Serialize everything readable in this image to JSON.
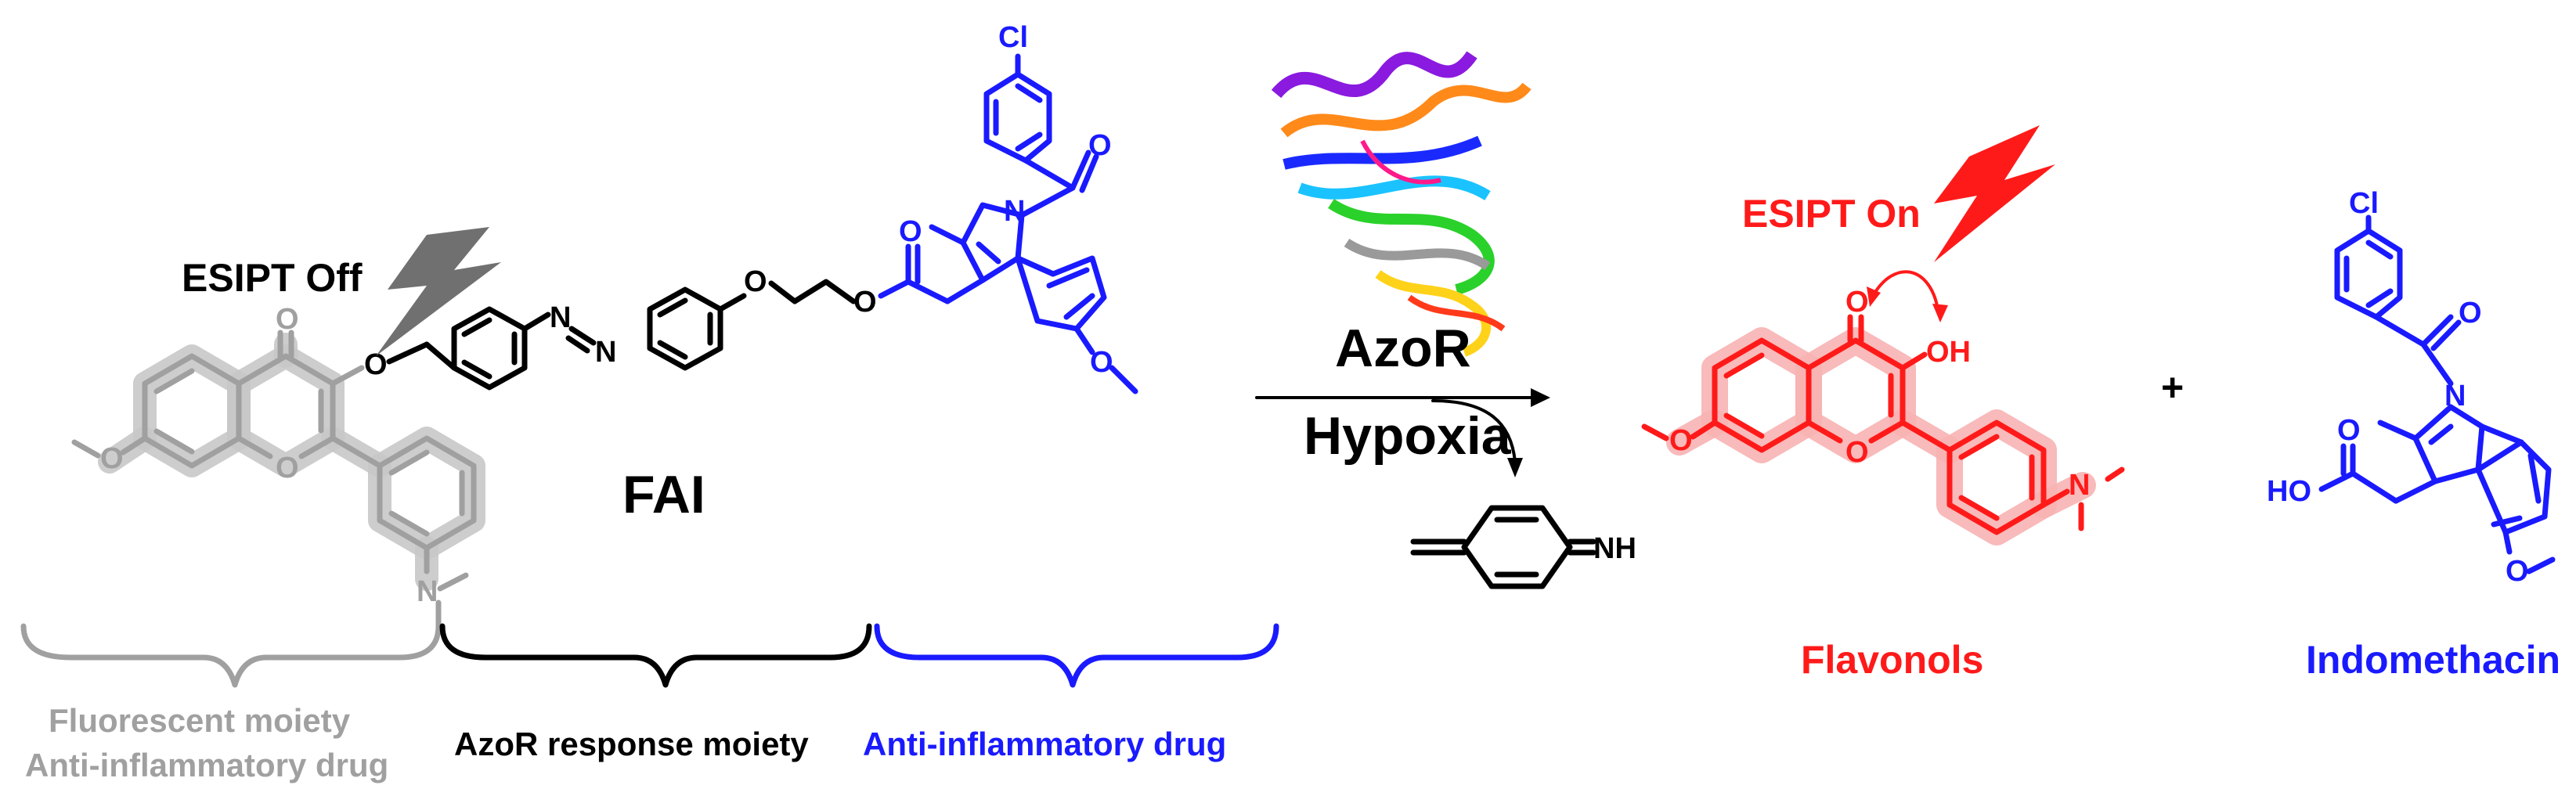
{
  "colors": {
    "gray": "#a0a0a0",
    "gray_highlight": "#c8c8c8",
    "black": "#000000",
    "blue": "#1a1aff",
    "red": "#ff1a1a",
    "red_highlight": "#f7b3b3",
    "lightning_gray": "#707070",
    "lightning_red": "#ff1a1a"
  },
  "labels": {
    "esipt_off": "ESIPT Off",
    "esipt_on": "ESIPT On",
    "compound_name": "FAI",
    "enzyme": "AzoR",
    "condition": "Hypoxia",
    "product_flavonol": "Flavonols",
    "product_indomethacin": "Indomethacin",
    "plus": "+",
    "moiety_fluorescent_line1": "Fluorescent moiety",
    "moiety_fluorescent_line2": "Anti-inflammatory drug",
    "moiety_azor": "AzoR response moiety",
    "moiety_drug": "Anti-inflammatory drug"
  },
  "atoms": {
    "chlorine": "Cl",
    "oxygen": "O",
    "nitrogen": "N",
    "hydroxyl": "OH",
    "hydroxyl_acid": "HO",
    "imine": "NH"
  },
  "icons": {
    "lightning_off": "lightning-bolt-icon",
    "lightning_on": "lightning-bolt-icon",
    "protein": "protein-ribbon-icon"
  }
}
